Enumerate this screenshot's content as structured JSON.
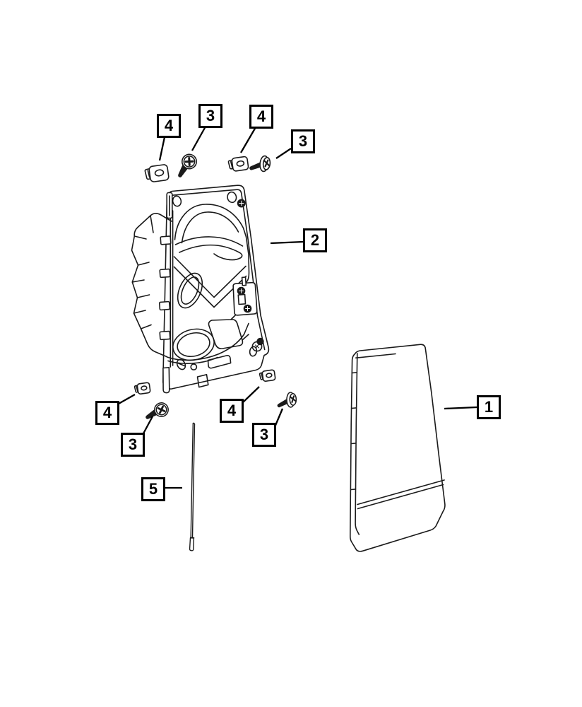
{
  "diagram": {
    "background_color": "#ffffff",
    "line_color": "#1a1a1a",
    "callout_border_color": "#000000",
    "callouts": [
      {
        "id": "trim-panel",
        "label": "1"
      },
      {
        "id": "door-module-plate",
        "label": "2"
      },
      {
        "id": "screw-top-left",
        "label": "3"
      },
      {
        "id": "screw-top-right",
        "label": "3"
      },
      {
        "id": "screw-bottom-left",
        "label": "3"
      },
      {
        "id": "screw-bottom-right",
        "label": "3"
      },
      {
        "id": "clip-top-left",
        "label": "4"
      },
      {
        "id": "clip-top-middle",
        "label": "4"
      },
      {
        "id": "clip-bottom-left",
        "label": "4"
      },
      {
        "id": "clip-bottom-right",
        "label": "4"
      },
      {
        "id": "link-rod",
        "label": "5"
      }
    ]
  }
}
